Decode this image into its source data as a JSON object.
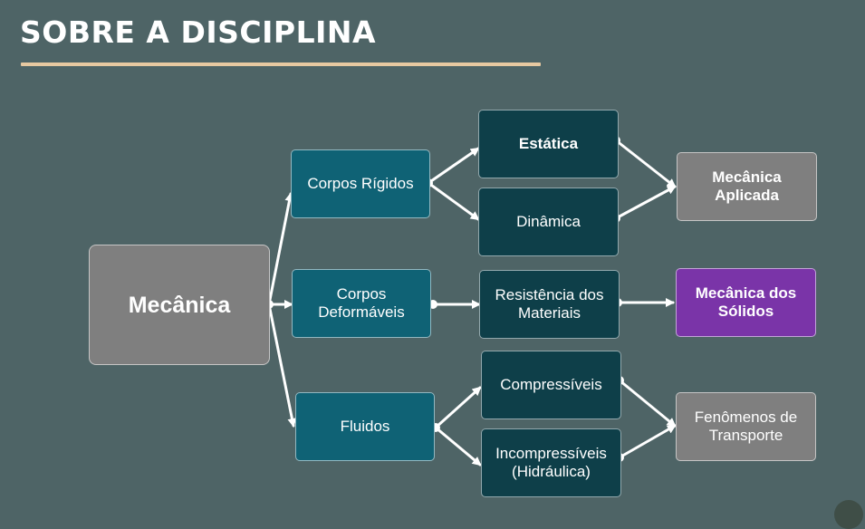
{
  "slide": {
    "title": "SOBRE A DISCIPLINA"
  },
  "diagram": {
    "root": "Mecânica",
    "branches": {
      "rigid": "Corpos Rígidos",
      "deformable": "Corpos Deformáveis",
      "fluids": "Fluidos"
    },
    "sub": {
      "statics": "Estática",
      "dynamics": "Dinâmica",
      "materials": "Resistência dos Materiais",
      "compressible": "Compressíveis",
      "incompressible": "Incompressíveis (Hidráulica)"
    },
    "outcomes": {
      "applied": "Mecânica Aplicada",
      "solids": "Mecânica dos Sólidos",
      "transport": "Fenômenos de Transporte"
    }
  },
  "colors": {
    "background": "#4e6466",
    "gray": "#7f7f7f",
    "teal": "#0f6275",
    "dark_teal": "#0e3f49",
    "purple": "#7a34a8",
    "rule": "#e7c9a1"
  }
}
